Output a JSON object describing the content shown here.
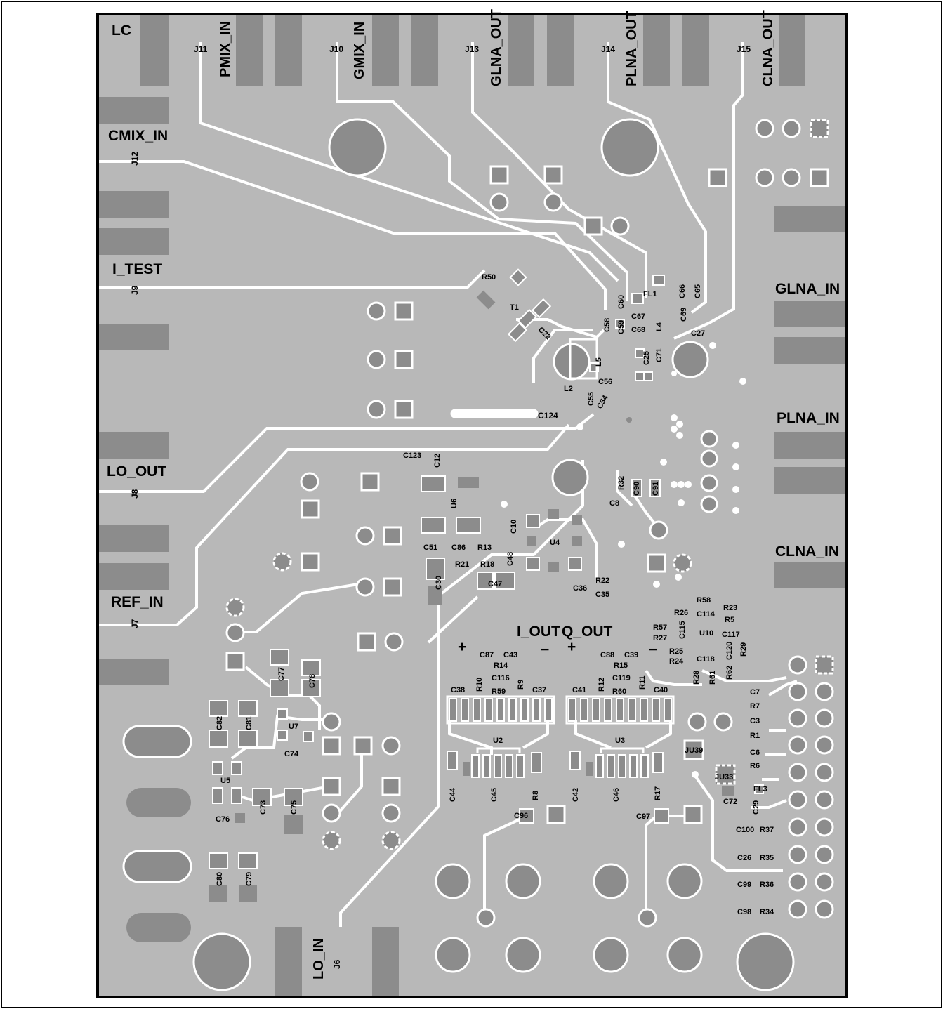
{
  "colors": {
    "board": "#b8b8b8",
    "pad": "#8c8c8c",
    "trace": "#ffffff",
    "outline": "#000000"
  },
  "connectors_left": [
    {
      "name": "LC"
    },
    {
      "name": "CMIX_IN",
      "ref": "J12"
    },
    {
      "name": "I_TEST",
      "ref": "J9"
    },
    {
      "name": "LO_OUT",
      "ref": "J8"
    },
    {
      "name": "REF_IN",
      "ref": "J7"
    }
  ],
  "connectors_top": [
    {
      "name": "PMIX_IN",
      "ref": "J11"
    },
    {
      "name": "GMIX_IN",
      "ref": "J10"
    },
    {
      "name": "GLNA_OUT",
      "ref": "J13"
    },
    {
      "name": "PLNA_OUT",
      "ref": "J14"
    },
    {
      "name": "CLNA_OUT",
      "ref": "J15"
    }
  ],
  "connectors_right": [
    {
      "name": "GLNA_IN"
    },
    {
      "name": "PLNA_IN"
    },
    {
      "name": "CLNA_IN"
    }
  ],
  "connector_bottom": {
    "name": "LO_IN",
    "ref": "J6"
  },
  "outputs": {
    "i_out": "I_OUT",
    "q_out": "Q_OUT",
    "plus": "+",
    "minus": "−"
  },
  "components_a": [
    "R50",
    "T1",
    "C22",
    "L5",
    "L2",
    "C56",
    "C55",
    "C54",
    "C124",
    "C58",
    "C59",
    "C60",
    "C67",
    "C68",
    "FL1",
    "L4",
    "C66",
    "C65",
    "C69",
    "C27",
    "C25",
    "C71"
  ],
  "components_b": [
    "C123",
    "C12",
    "U6",
    "C10",
    "U4",
    "C51",
    "C86",
    "R13",
    "R21",
    "R18",
    "C48",
    "C30",
    "C47",
    "C36",
    "R22",
    "C35",
    "R32",
    "C90",
    "C91",
    "C8"
  ],
  "components_c": [
    "R58",
    "R26",
    "C114",
    "R23",
    "R5",
    "R57",
    "C115",
    "U10",
    "R27",
    "C117",
    "R25",
    "R29",
    "R24",
    "C118",
    "C120",
    "R28",
    "R61",
    "R62"
  ],
  "components_d": [
    "C87",
    "C43",
    "R14",
    "C116",
    "C38",
    "R10",
    "R59",
    "R9",
    "C37",
    "C88",
    "C39",
    "R15",
    "C119",
    "C41",
    "R12",
    "R60",
    "R11",
    "C40",
    "U2",
    "U3",
    "C44",
    "C45",
    "R8",
    "C42",
    "C46",
    "R17",
    "C96",
    "C97"
  ],
  "components_e": [
    "C7",
    "R7",
    "C3",
    "R1",
    "C6",
    "R6",
    "JU39",
    "JU33",
    "FL3",
    "C72",
    "C29",
    "C100",
    "R37",
    "C26",
    "R35",
    "C99",
    "R36",
    "C98",
    "R34"
  ],
  "components_f": [
    "C77",
    "C78",
    "C82",
    "C81",
    "U7",
    "C74",
    "U5",
    "C76",
    "C73",
    "C75",
    "C80",
    "C79"
  ]
}
